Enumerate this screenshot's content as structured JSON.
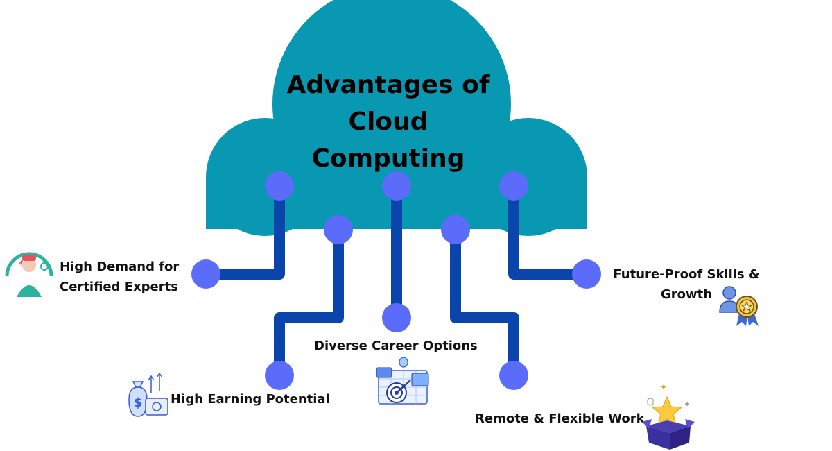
{
  "title": "Advantages of Cloud Computing",
  "colors": {
    "cloud": "#0898b2",
    "connector": "#0a45ad",
    "node": "#5b6bfa"
  },
  "items": [
    {
      "label": "High Demand for Certified Experts",
      "icon": "expert-person-icon"
    },
    {
      "label": "High Earning Potential",
      "icon": "money-bag-icon"
    },
    {
      "label": "Diverse Career Options",
      "icon": "career-target-icon"
    },
    {
      "label": "Remote & Flexible Work",
      "icon": "gift-box-star-icon"
    },
    {
      "label": "Future-Proof Skills & Growth",
      "icon": "award-badge-person-icon"
    }
  ]
}
